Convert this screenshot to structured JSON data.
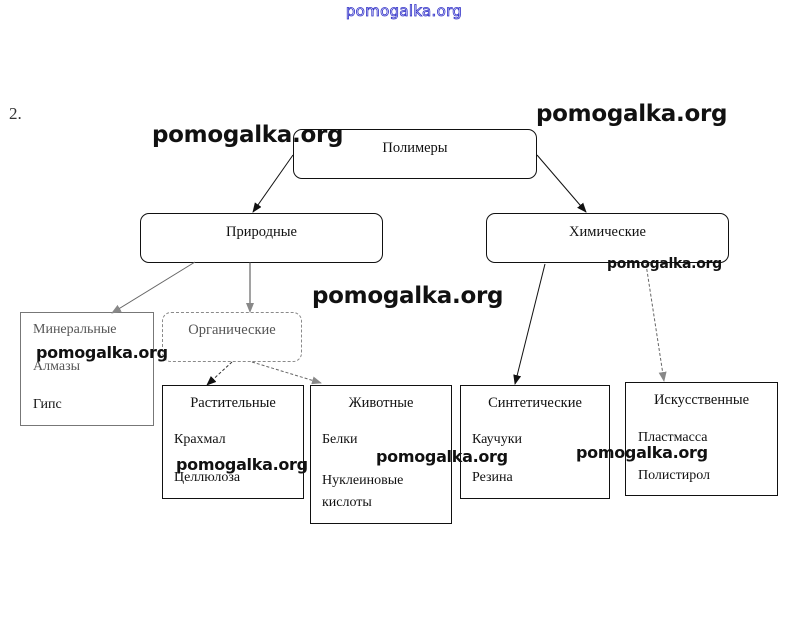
{
  "header_watermark": "pomogalka.org",
  "task_number": "2.",
  "diagram": {
    "root": {
      "label": "Полимеры"
    },
    "level1": [
      {
        "label": "Природные"
      },
      {
        "label": "Химические"
      }
    ],
    "natural_children": [
      {
        "label": "Минеральные",
        "items": [
          "Алмазы",
          "Гипс"
        ]
      },
      {
        "label": "Органические"
      }
    ],
    "organic_children": [
      {
        "label": "Растительные",
        "items": [
          "Крахмал",
          "Целлюлоза"
        ]
      },
      {
        "label": "Животные",
        "items": [
          "Белки",
          "Нуклеиновые кислоты"
        ]
      }
    ],
    "chemical_children": [
      {
        "label": "Синтетические",
        "items": [
          "Каучуки",
          "Резина"
        ]
      },
      {
        "label": "Искусственные",
        "items": [
          "Пластмасса",
          "Полистирол"
        ]
      }
    ],
    "edges": [
      [
        "Полимеры",
        "Природные"
      ],
      [
        "Полимеры",
        "Химические"
      ],
      [
        "Природные",
        "Минеральные"
      ],
      [
        "Природные",
        "Органические"
      ],
      [
        "Органические",
        "Растительные"
      ],
      [
        "Органические",
        "Животные"
      ],
      [
        "Химические",
        "Синтетические"
      ],
      [
        "Химические",
        "Искусственные"
      ]
    ]
  },
  "watermarks": [
    "pomogalka.org",
    "pomogalka.org",
    "pomogalka.org",
    "pomogalka.org",
    "pomogalka.org",
    "pomogalka.org",
    "pomogalka.org",
    "pomogalka.org"
  ],
  "colors": {
    "header_watermark": "#2f2fc8",
    "lines": "#111111",
    "faded": "#8a8a8a"
  }
}
